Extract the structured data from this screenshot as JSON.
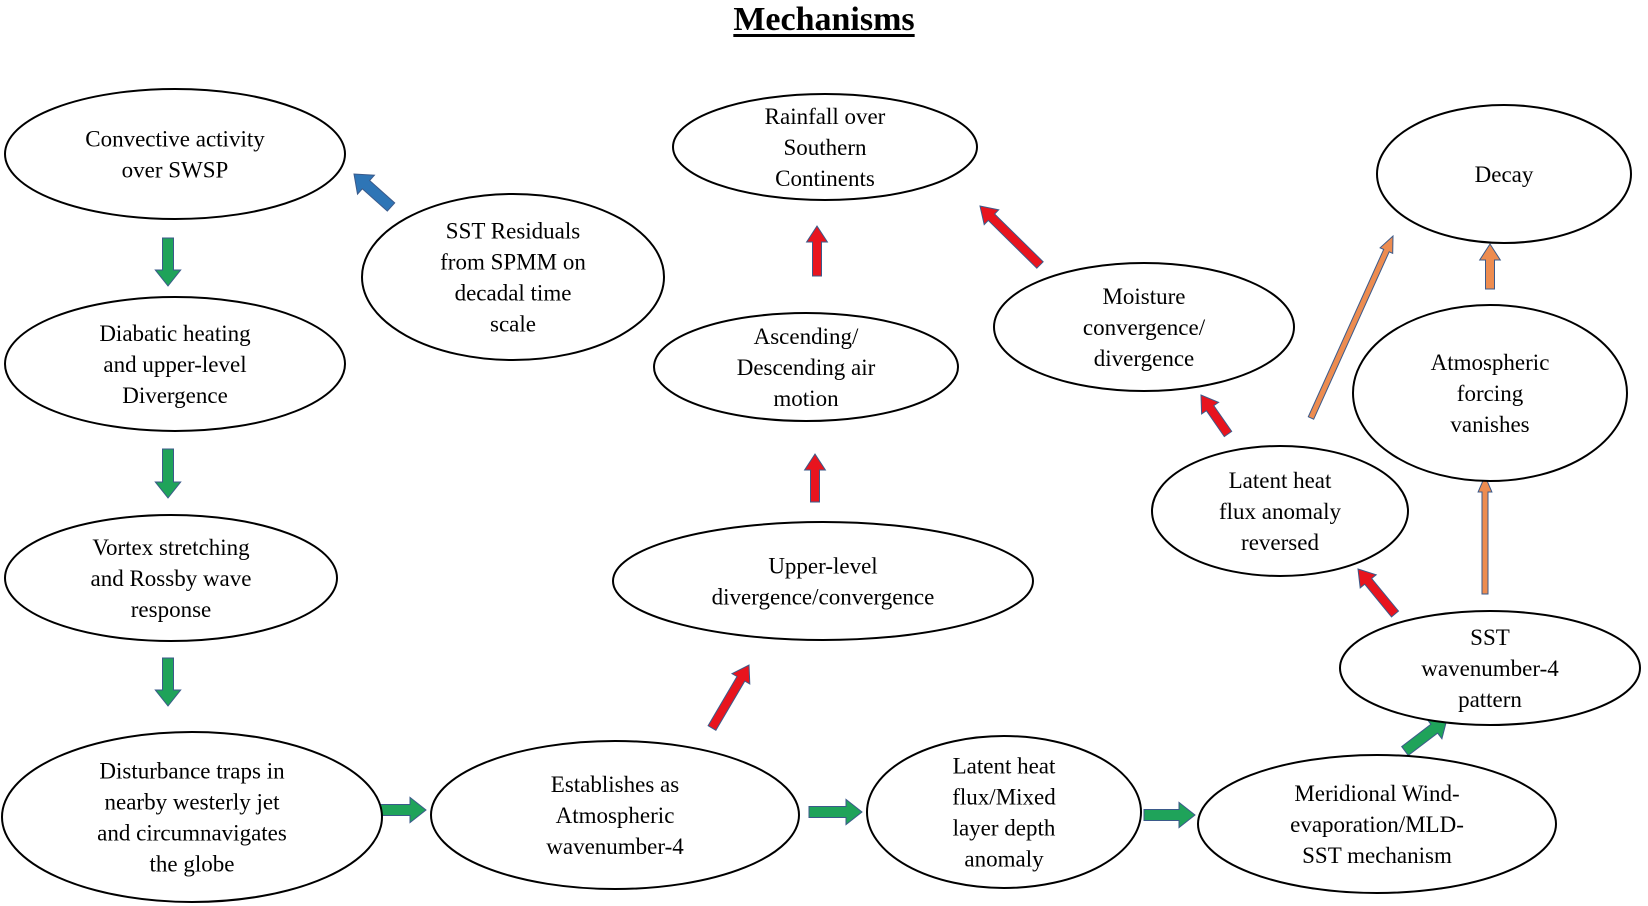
{
  "title": "Mechanisms",
  "colors": {
    "green": "#1fa35a",
    "red": "#e8141e",
    "blue": "#2e75b6",
    "orange": "#ed8c50",
    "arrow_outline": "#3b5a8a"
  },
  "nodes": [
    {
      "id": "convective",
      "lines": [
        "Convective activity",
        "over SWSP"
      ]
    },
    {
      "id": "sst-residuals",
      "lines": [
        "SST Residuals",
        "from SPMM on",
        "decadal time",
        "scale"
      ]
    },
    {
      "id": "diabatic",
      "lines": [
        "Diabatic heating",
        "and upper-level",
        "Divergence"
      ]
    },
    {
      "id": "vortex",
      "lines": [
        "Vortex stretching",
        "and Rossby wave",
        "response"
      ]
    },
    {
      "id": "disturbance",
      "lines": [
        "Disturbance traps in",
        "nearby westerly jet",
        "and circumnavigates",
        "the globe"
      ]
    },
    {
      "id": "establishes",
      "lines": [
        "Establishes as",
        "Atmospheric",
        "wavenumber-4"
      ]
    },
    {
      "id": "latent-mld",
      "lines": [
        "Latent heat",
        "flux/Mixed",
        "layer depth",
        "anomaly"
      ]
    },
    {
      "id": "meridional",
      "lines": [
        "Meridional Wind-",
        "evaporation/MLD-",
        "SST mechanism"
      ]
    },
    {
      "id": "sst-wn4",
      "lines": [
        "SST",
        "wavenumber-4",
        "pattern"
      ]
    },
    {
      "id": "latent-reversed",
      "lines": [
        "Latent heat",
        "flux anomaly",
        "reversed"
      ]
    },
    {
      "id": "atmos-forcing",
      "lines": [
        "Atmospheric",
        "forcing",
        "vanishes"
      ]
    },
    {
      "id": "decay",
      "lines": [
        "Decay"
      ]
    },
    {
      "id": "moisture",
      "lines": [
        "Moisture",
        "convergence/",
        "divergence"
      ]
    },
    {
      "id": "upper-level",
      "lines": [
        "Upper-level",
        "divergence/convergence"
      ]
    },
    {
      "id": "ascending",
      "lines": [
        "Ascending/",
        "Descending air",
        "motion"
      ]
    },
    {
      "id": "rainfall",
      "lines": [
        "Rainfall over",
        "Southern",
        "Continents"
      ]
    }
  ],
  "edges": [
    {
      "from": "sst-residuals",
      "to": "convective",
      "color": "blue"
    },
    {
      "from": "convective",
      "to": "diabatic",
      "color": "green"
    },
    {
      "from": "diabatic",
      "to": "vortex",
      "color": "green"
    },
    {
      "from": "vortex",
      "to": "disturbance",
      "color": "green"
    },
    {
      "from": "disturbance",
      "to": "establishes",
      "color": "green"
    },
    {
      "from": "establishes",
      "to": "latent-mld",
      "color": "green"
    },
    {
      "from": "latent-mld",
      "to": "meridional",
      "color": "green"
    },
    {
      "from": "meridional",
      "to": "sst-wn4",
      "color": "green"
    },
    {
      "from": "establishes",
      "to": "upper-level",
      "color": "red"
    },
    {
      "from": "upper-level",
      "to": "ascending",
      "color": "red"
    },
    {
      "from": "ascending",
      "to": "rainfall",
      "color": "red"
    },
    {
      "from": "moisture",
      "to": "rainfall",
      "color": "red"
    },
    {
      "from": "latent-reversed",
      "to": "moisture",
      "color": "red"
    },
    {
      "from": "sst-wn4",
      "to": "latent-reversed",
      "color": "red"
    },
    {
      "from": "latent-reversed",
      "to": "decay",
      "color": "orange"
    },
    {
      "from": "sst-wn4",
      "to": "atmos-forcing",
      "color": "orange"
    },
    {
      "from": "atmos-forcing",
      "to": "decay",
      "color": "orange"
    }
  ]
}
